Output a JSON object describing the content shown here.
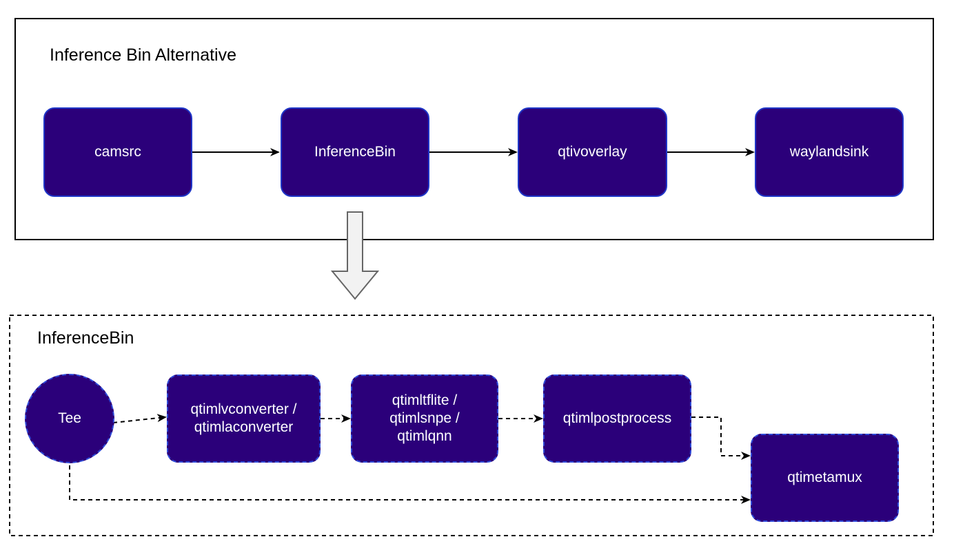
{
  "outer_group": {
    "title": "Inference Bin Alternative",
    "nodes": [
      {
        "id": "camsrc",
        "label": "camsrc"
      },
      {
        "id": "inferencebin",
        "label": "InferenceBin"
      },
      {
        "id": "qtivoverlay",
        "label": "qtivoverlay"
      },
      {
        "id": "waylandsink",
        "label": "waylandsink"
      }
    ]
  },
  "inner_group": {
    "title": "InferenceBin",
    "nodes": [
      {
        "id": "tee",
        "label": "Tee"
      },
      {
        "id": "converter",
        "label": "qtimlvconverter /\nqtimlaconverter"
      },
      {
        "id": "inference",
        "label": "qtimltflite /\nqtimlsnpe /\nqtimlqnn"
      },
      {
        "id": "postprocess",
        "label": "qtimlpostprocess"
      },
      {
        "id": "metamux",
        "label": "qtimetamux"
      }
    ]
  },
  "colors": {
    "node_fill": "#2b007a",
    "node_border": "#1f36c8",
    "node_text": "#ffffff",
    "expand_arrow_fill": "#f2f2f2"
  },
  "edges": [
    {
      "from": "camsrc",
      "to": "inferencebin",
      "style": "solid"
    },
    {
      "from": "inferencebin",
      "to": "qtivoverlay",
      "style": "solid"
    },
    {
      "from": "qtivoverlay",
      "to": "waylandsink",
      "style": "solid"
    },
    {
      "from": "tee",
      "to": "converter",
      "style": "dashed"
    },
    {
      "from": "converter",
      "to": "inference",
      "style": "dashed"
    },
    {
      "from": "inference",
      "to": "postprocess",
      "style": "dashed"
    },
    {
      "from": "postprocess",
      "to": "metamux",
      "style": "dashed"
    },
    {
      "from": "tee",
      "to": "metamux",
      "style": "dashed"
    }
  ]
}
